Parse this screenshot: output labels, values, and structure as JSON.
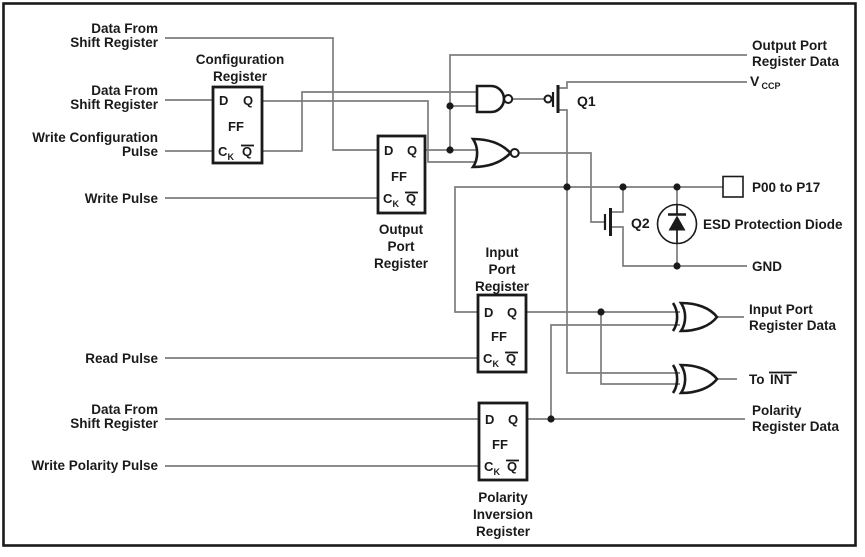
{
  "colors": {
    "ink": "#1a1a1a",
    "wire": "#7d7d7d",
    "background": "#ffffff"
  },
  "ff_pins": {
    "d": "D",
    "q": "Q",
    "ff": "FF",
    "ck_c": "C",
    "ck_k": "K",
    "qbar": "Q"
  },
  "registers": {
    "configuration": {
      "title_line1": "Configuration",
      "title_line2": "Register"
    },
    "output": {
      "title_line1": "Output",
      "title_line2": "Port",
      "title_line3": "Register"
    },
    "input": {
      "title_line1": "Input",
      "title_line2": "Port",
      "title_line3": "Register"
    },
    "polarity": {
      "title_line1": "Polarity",
      "title_line2": "Inversion",
      "title_line3": "Register"
    }
  },
  "left_labels": {
    "shift_data_top": {
      "line1": "Data From",
      "line2": "Shift Register"
    },
    "shift_data_config": {
      "line1": "Data From",
      "line2": "Shift Register"
    },
    "write_configuration": {
      "line1": "Write Configuration",
      "line2": "Pulse"
    },
    "write_pulse": "Write Pulse",
    "read_pulse": "Read Pulse",
    "shift_data_polarity": {
      "line1": "Data From",
      "line2": "Shift Register"
    },
    "write_polarity_pulse": "Write Polarity Pulse"
  },
  "right_labels": {
    "output_port_register_data": {
      "line1": "Output Port",
      "line2": "Register Data"
    },
    "vccp": {
      "main": "V",
      "sub": "CCP"
    },
    "pad_range": "P00 to P17",
    "esd": "ESD Protection Diode",
    "gnd": "GND",
    "input_port_register_data": {
      "line1": "Input Port",
      "line2": "Register Data"
    },
    "to_int": {
      "prefix": "To",
      "overlined": "INT"
    },
    "polarity_register_data": {
      "line1": "Polarity",
      "line2": "Register Data"
    }
  },
  "transistors": {
    "q1": "Q1",
    "q2": "Q2"
  }
}
